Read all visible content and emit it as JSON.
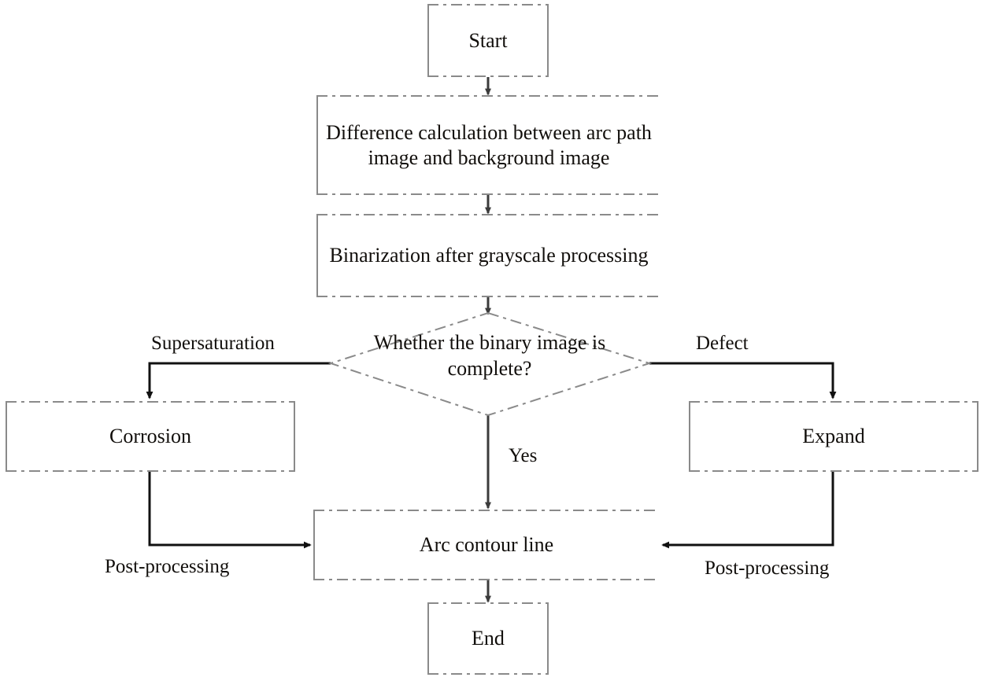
{
  "diagram": {
    "title": "Arc contour extraction flowchart",
    "accent_color": "#8a8a8a",
    "line_color": "#1a1a1a",
    "text_color": "#120f0c",
    "background": "#ffffff"
  },
  "nodes": {
    "start": {
      "label": "Start",
      "shape": "process"
    },
    "difference": {
      "label": "Difference calculation between arc path image and background image",
      "shape": "process"
    },
    "binarization": {
      "label": "Binarization after grayscale processing",
      "shape": "process"
    },
    "decision": {
      "label": "Whether the binary image is complete?",
      "shape": "decision"
    },
    "corrosion": {
      "label": "Corrosion",
      "shape": "process"
    },
    "expand": {
      "label": "Expand",
      "shape": "process"
    },
    "arc_contour": {
      "label": "Arc contour line",
      "shape": "process"
    },
    "end": {
      "label": "End",
      "shape": "process"
    }
  },
  "edge_labels": {
    "supersaturation": "Supersaturation",
    "defect": "Defect",
    "yes": "Yes",
    "post_processing_left": "Post-processing",
    "post_processing_right": "Post-processing"
  }
}
